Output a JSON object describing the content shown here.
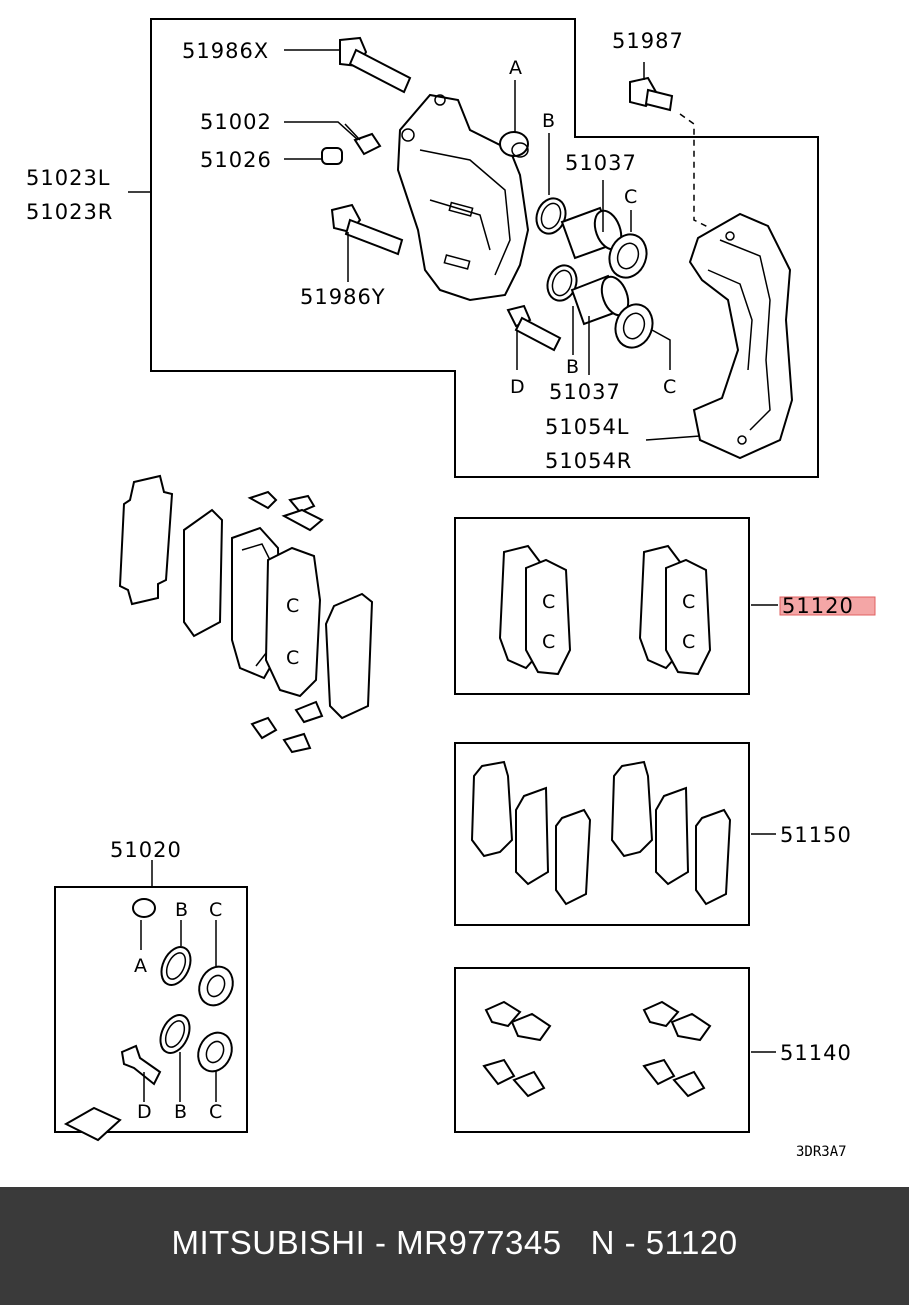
{
  "diagram": {
    "labels": {
      "p51986x": "51986X",
      "p51002": "51002",
      "p51026": "51026",
      "p51023l": "51023L",
      "p51023r": "51023R",
      "p51986y": "51986Y",
      "p51987": "51987",
      "p51037_top": "51037",
      "p51037_bottom": "51037",
      "p51054l": "51054L",
      "p51054r": "51054R",
      "p51120": "51120",
      "p51150": "51150",
      "p51140": "51140",
      "p51020": "51020",
      "drawing_code": "3DR3A7"
    },
    "letters": {
      "a_top": "A",
      "b_top": "B",
      "c_top": "C",
      "b_mid": "B",
      "c_mid": "C",
      "d_mid": "D",
      "b_kit": "B",
      "c_kit": "C",
      "a_kit": "A",
      "d_kit": "D",
      "b_kit2": "B",
      "c_kit2": "C"
    },
    "highlight_color": "#f4a6a6"
  },
  "footer": {
    "text": "MITSUBISHI - MR977345   N - 51120",
    "background": "#3a3a3a"
  }
}
